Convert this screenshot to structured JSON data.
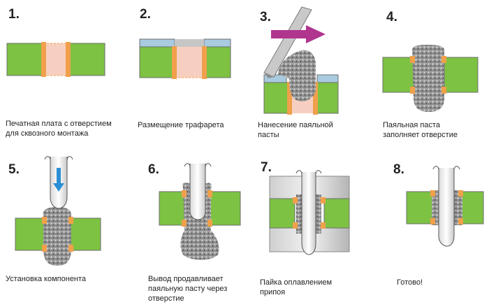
{
  "steps": [
    {
      "number": "1.",
      "caption": "Печатная плата с отверстием\nдля сквозного монтажа"
    },
    {
      "number": "2.",
      "caption": "Размещение трафарета"
    },
    {
      "number": "3.",
      "caption": "Нанесение паяльной\nпасты"
    },
    {
      "number": "4.",
      "caption": "Паяльная паста\nзаполняет отверстие"
    },
    {
      "number": "5.",
      "caption": "Установка компонента"
    },
    {
      "number": "6.",
      "caption": "Вывод продавливает\nпаяльную пасту через\nотверстие"
    },
    {
      "number": "7.",
      "caption": "Пайка оплавлением\nприпоя"
    },
    {
      "number": "8.",
      "caption": "Готово!"
    }
  ],
  "colors": {
    "board": "#7dc242",
    "pad": "#f0a04b",
    "hole": "#f7cfc0",
    "stencil": "#a9cbe0",
    "paste": "#9a9a9a",
    "arrow": "#b0358f",
    "pin_arrow": "#2a8fd4"
  }
}
